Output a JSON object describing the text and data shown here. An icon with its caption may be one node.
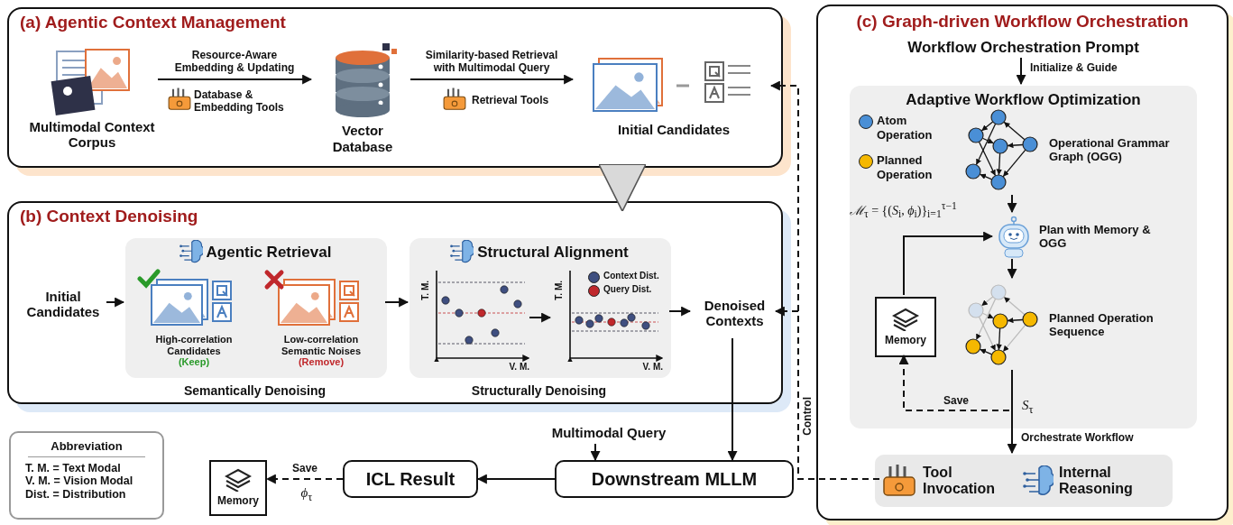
{
  "diagram": {
    "nodes": [
      {
        "text": [
          "(a) Agentic Context Management"
        ]
      },
      {
        "text": [
          "Multimodal Context Corpus"
        ],
        "in": 0
      },
      {
        "text": [
          "Vector Database"
        ],
        "in": 0
      },
      {
        "text": [
          "Initial Candidates"
        ],
        "in": 0
      },
      {
        "text": [
          "(b) Context Denoising"
        ]
      },
      {
        "text": [
          "Initial Candidates"
        ],
        "in": 4
      },
      {
        "text": [
          "Agentic Retrieval"
        ],
        "in": 4
      },
      {
        "text": [
          "High-correlation Candidates",
          "(Keep)"
        ],
        "in": 6
      },
      {
        "text": [
          "Low-correlation Semantic Noises",
          "(Remove)"
        ],
        "in": 6
      },
      {
        "text": [
          "Structural Alignment"
        ],
        "in": 4
      },
      {
        "text": [
          "T. M.",
          "V. M."
        ],
        "in": 9
      },
      {
        "text": [
          "T. M.",
          "V. M."
        ],
        "in": 9
      },
      {
        "text": [
          "Denoised Contexts"
        ],
        "in": 4
      },
      {
        "text": [
          "Multimodal Query"
        ]
      },
      {
        "text": [
          "Downstream MLLM"
        ]
      },
      {
        "text": [
          "ICL Result"
        ]
      },
      {
        "text": [
          "Memory"
        ]
      },
      {
        "text": [
          "(c) Graph-driven Workflow Orchestration"
        ]
      },
      {
        "text": [
          "Workflow Orchestration Prompt"
        ],
        "in": 17
      },
      {
        "text": [
          "Adaptive Workflow Optimization"
        ],
        "in": 17
      },
      {
        "text": [
          "Operational Grammar Graph (OGG)"
        ],
        "in": 19
      },
      {
        "text": [
          "Plan with Memory & OGG"
        ],
        "in": 19
      },
      {
        "text": [
          "Planned Operation Sequence"
        ],
        "in": 19
      },
      {
        "text": [
          "Memory"
        ],
        "in": 19
      },
      {
        "text": [],
        "shape": "box",
        "in": 17
      },
      {
        "text": [
          "Tool Invocation"
        ],
        "in": 24
      },
      {
        "text": [
          "Internal Reasoning"
        ],
        "in": 24
      },
      {
        "text": [
          "Abbreviation",
          "T. M. = Text Modal",
          "V. M. = Vision Modal",
          "Dist. = Distribution"
        ]
      }
    ],
    "edges": [
      {
        "from": 1,
        "to": 2,
        "arrow": "to",
        "label": "Resource-Aware Embedding & Updating"
      },
      {
        "from": 2,
        "to": 3,
        "arrow": "to",
        "label": "Similarity-based Retrieval with Multimodal Query"
      },
      {
        "from": 0,
        "to": 4,
        "arrow": "to",
        "style": "thick",
        "color": "#d9d9d9"
      },
      {
        "from": 5,
        "to": 6,
        "arrow": "to"
      },
      {
        "from": 6,
        "to": 9,
        "arrow": "to"
      },
      {
        "from": 10,
        "to": 11,
        "arrow": "to"
      },
      {
        "from": 9,
        "to": 12,
        "arrow": "to"
      },
      {
        "from": 12,
        "to": 14,
        "arrow": "to"
      },
      {
        "from": 13,
        "to": 14,
        "arrow": "to"
      },
      {
        "from": 14,
        "to": 15,
        "arrow": "to"
      },
      {
        "from": 15,
        "to": 16,
        "arrow": "to",
        "style": "dashed",
        "label": "Save"
      },
      {
        "from": 18,
        "to": 19,
        "arrow": "to",
        "label": "Initialize & Guide"
      },
      {
        "from": 20,
        "to": 21,
        "arrow": "to"
      },
      {
        "from": 21,
        "to": 22,
        "arrow": "to"
      },
      {
        "from": 23,
        "to": 21,
        "arrow": "to",
        "label": "*ℳ*$_{τ}$ = {(*S*$_{i}$, *ϕ*$_{i}$)}$_{i=1}$$^{τ−1}$"
      },
      {
        "from": 22,
        "to": 23,
        "arrow": "to",
        "style": "dashed",
        "label": "Save"
      },
      {
        "from": 22,
        "to": 24,
        "arrow": "to",
        "label": "Orchestrate Workflow"
      },
      {
        "from": 25,
        "to": 3,
        "arrow": "to",
        "style": "dashed",
        "label": "Control"
      },
      {
        "from": 25,
        "to": 12,
        "arrow": "to",
        "style": "dashed"
      }
    ],
    "labels": [
      "Database & Embedding Tools",
      "Retrieval Tools",
      "Semantically Denoising",
      "Structurally Denoising",
      "*ϕ*$_{τ}$",
      "*S*$_{τ}$"
    ],
    "legend": [
      {
        "text": "Context Dist.",
        "color": "#3f4f80"
      },
      {
        "text": "Query Dist.",
        "color": "#c0282c"
      },
      {
        "text": "Atom Operation",
        "color": "#4a8fd6"
      },
      {
        "text": "Planned Operation",
        "color": "#f5b800"
      }
    ]
  }
}
